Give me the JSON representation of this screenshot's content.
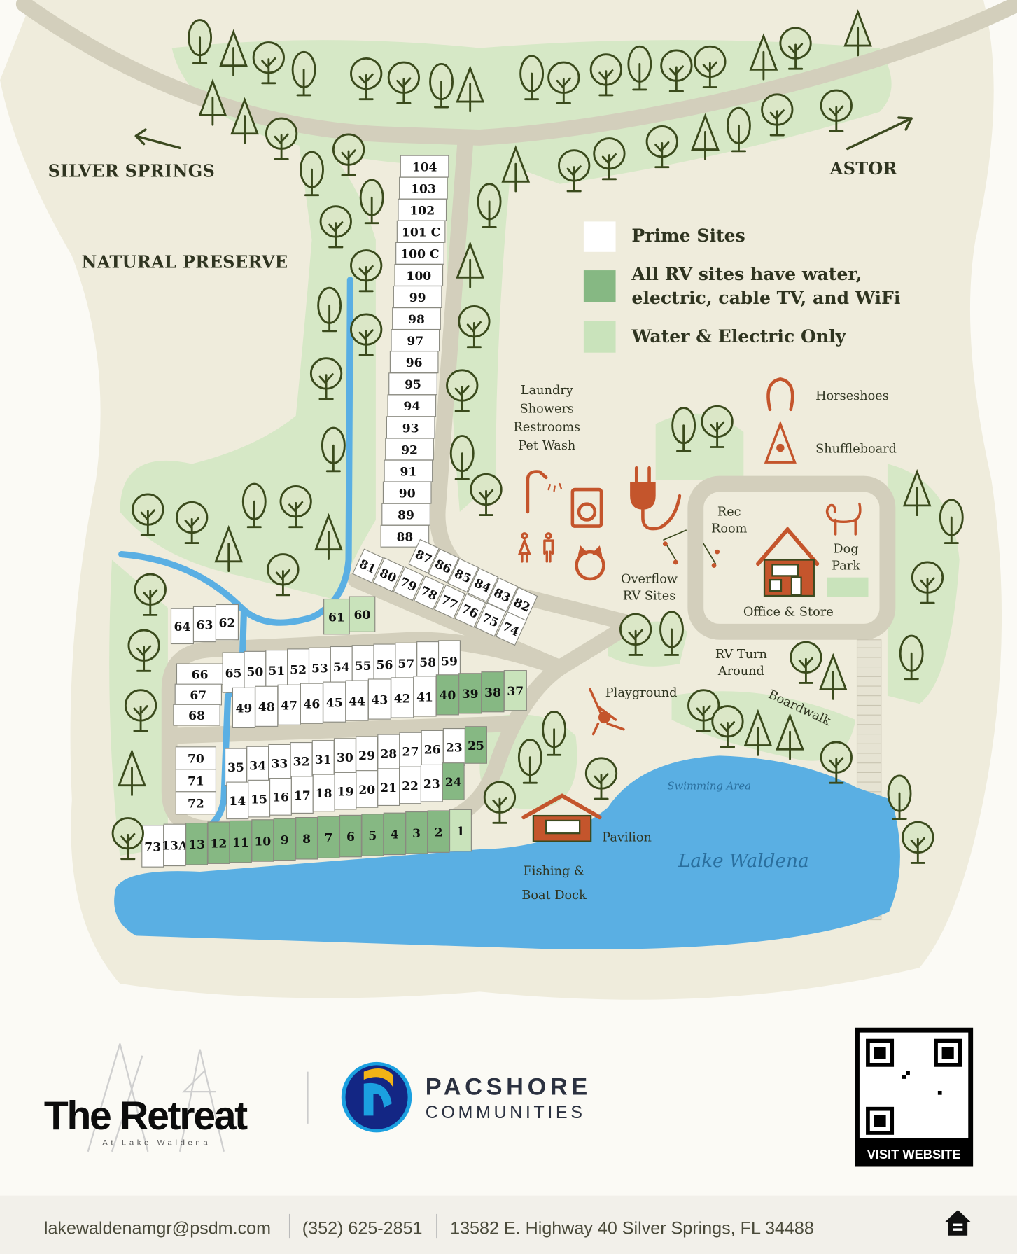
{
  "map": {
    "directions": {
      "left": "SILVER SPRINGS",
      "right": "ASTOR"
    },
    "area_label": "NATURAL PRESERVE",
    "legend": [
      {
        "label": "Prime Sites",
        "color": "#ffffff"
      },
      {
        "label_line1": "All RV sites have water,",
        "label_line2": "electric, cable TV, and WiFi",
        "color": "#86b883"
      },
      {
        "label": "Water & Electric Only",
        "color": "#c9e3bb"
      }
    ],
    "amenities": {
      "laundry": [
        "Laundry",
        "Showers",
        "Restrooms",
        "Pet Wash"
      ],
      "horseshoes": "Horseshoes",
      "shuffleboard": "Shuffleboard",
      "rec_room": [
        "Rec",
        "Room"
      ],
      "dog_park": [
        "Dog",
        "Park"
      ],
      "office": "Office & Store",
      "overflow": [
        "Overflow",
        "RV Sites"
      ],
      "turn_around": [
        "RV Turn",
        "Around"
      ],
      "playground": "Playground",
      "boardwalk": "Boardwalk",
      "swimming": "Swimming Area",
      "lake": "Lake Waldena",
      "pavilion": "Pavilion",
      "dock": [
        "Fishing &",
        "Boat Dock"
      ]
    },
    "sites": {
      "column": [
        "104",
        "103",
        "102",
        "101 C",
        "100 C",
        "100",
        "99",
        "98",
        "97",
        "96",
        "95",
        "94",
        "93",
        "92",
        "91",
        "90",
        "89",
        "88"
      ],
      "diag_upper": [
        "87",
        "86",
        "85",
        "84",
        "83",
        "82"
      ],
      "diag_lower": [
        "81",
        "80",
        "79",
        "78",
        "77",
        "76",
        "75",
        "74"
      ],
      "top_left": [
        "64",
        "63",
        "62"
      ],
      "light_pair": [
        "61",
        "60"
      ],
      "left_stack_a": [
        "66",
        "67",
        "68"
      ],
      "row_59": [
        "65",
        "50",
        "51",
        "52",
        "53",
        "54",
        "55",
        "56",
        "57",
        "58",
        "59"
      ],
      "row_49": [
        "49",
        "48",
        "47",
        "46",
        "45",
        "44",
        "43",
        "42",
        "41",
        "40",
        "39",
        "38",
        "37"
      ],
      "left_stack_b": [
        "70",
        "71",
        "72"
      ],
      "row_35": [
        "35",
        "34",
        "33",
        "32",
        "31",
        "30",
        "29",
        "28",
        "27",
        "26",
        "23",
        "25"
      ],
      "row_14": [
        "14",
        "15",
        "16",
        "17",
        "18",
        "19",
        "20",
        "21",
        "22",
        "23",
        "24"
      ],
      "lakefront": [
        "73",
        "13A",
        "13",
        "12",
        "11",
        "10",
        "9",
        "8",
        "7",
        "6",
        "5",
        "4",
        "3",
        "2",
        "1"
      ]
    },
    "colors": {
      "prime": "#ffffff",
      "full_hookup": "#86b883",
      "water_electric": "#c9e3bb",
      "water": "#5aafe3",
      "road": "#d3cfbc",
      "accent": "#c4552c"
    }
  },
  "footer": {
    "brand": {
      "name": "The Retreat",
      "sub": "At Lake Waldena"
    },
    "company": {
      "line1": "PACSHORE",
      "line2": "COMMUNITIES"
    },
    "qr_label": "VISIT WEBSITE",
    "email": "lakewaldenamgr@psdm.com",
    "phone": "(352) 625-2851",
    "address": "13582 E. Highway 40 Silver Springs, FL 34488",
    "equal_housing_icon": "equal-housing-icon"
  }
}
